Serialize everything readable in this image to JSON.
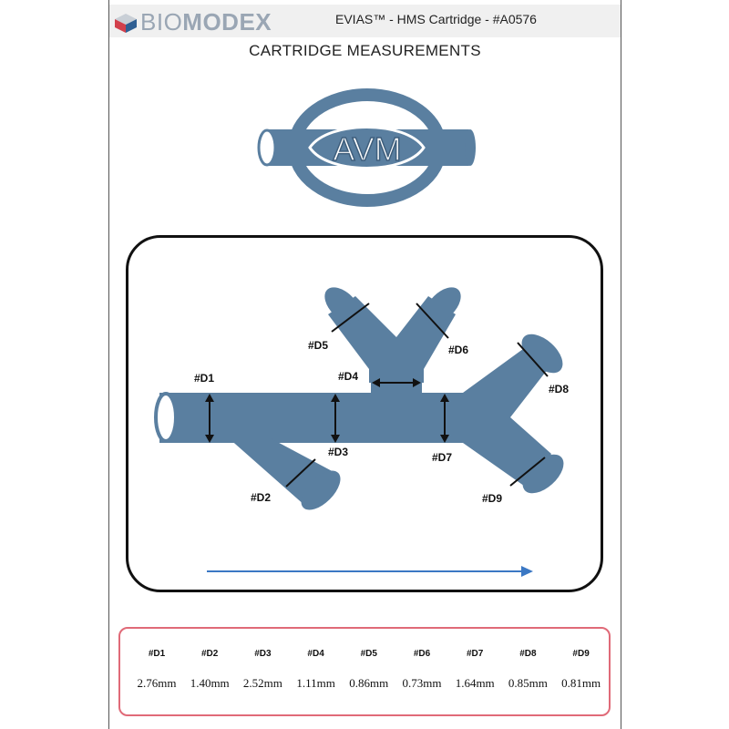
{
  "header": {
    "logo_text_light": "BIO",
    "logo_text_bold": "MODEX",
    "doc_title": "EVIAS™ - HMS Cartridge - #A0576"
  },
  "section_title": "CARTRIDGE MEASUREMENTS",
  "avm_label": "AVM",
  "diagram_labels": {
    "d1": "#D1",
    "d2": "#D2",
    "d3": "#D3",
    "d4": "#D4",
    "d5": "#D5",
    "d6": "#D6",
    "d7": "#D7",
    "d8": "#D8",
    "d9": "#D9"
  },
  "colors": {
    "vessel": "#5a7fa0",
    "arrow": "#3b78c4",
    "table_border": "#e06a78"
  },
  "measurements": {
    "headers": [
      "#D1",
      "#D2",
      "#D3",
      "#D4",
      "#D5",
      "#D6",
      "#D7",
      "#D8",
      "#D9"
    ],
    "values": [
      "2.76mm",
      "1.40mm",
      "2.52mm",
      "1.11mm",
      "0.86mm",
      "0.73mm",
      "1.64mm",
      "0.85mm",
      "0.81mm"
    ]
  }
}
